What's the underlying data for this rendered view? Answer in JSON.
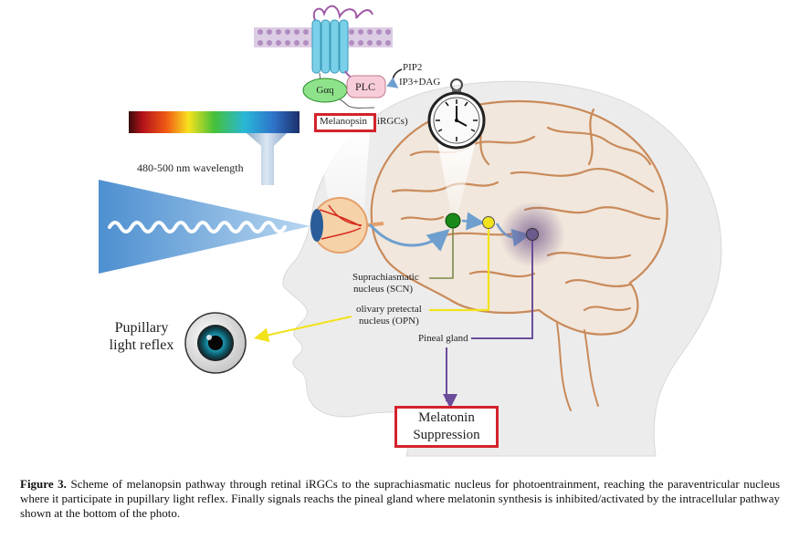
{
  "figure": {
    "protein": {
      "gaq": "Gαq",
      "plc": "PLC",
      "pip2": "PIP2",
      "ip3dag": "IP3+DAG"
    },
    "melanopsin_box": {
      "name": "Melanopsin",
      "suffix": "iRGCs)"
    },
    "wavelength_label": "480-500 nm wavelength",
    "scn_label": [
      "Suprachiasmatic",
      "nucleus (SCN)"
    ],
    "opn_label": [
      "olivary pretectal",
      "nucleus (OPN)"
    ],
    "pineal_label": "Pineal gland",
    "pupillary_label": [
      "Pupillary",
      "light reflex"
    ],
    "melatonin_label": [
      "Melatonin",
      "Suppression"
    ]
  },
  "caption": {
    "figure_number": "Figure 3.",
    "text": "Scheme of melanopsin pathway through retinal iRGCs to the suprachiasmatic nucleus for photoentrainment, reaching the paraventricular nucleus where it participate in pupillary light reflex. Finally signals reachs the pineal gland where melatonin synthesis is inhibited/activated by the intracellular pathway shown at the bottom of the photo."
  },
  "colors": {
    "highlight_box": "#d3232b",
    "scn_node": "#1a8a1a",
    "opn_node": "#f2e21a",
    "pineal_node": "#6b5a8c",
    "pathway_blue": "#6f9fcf",
    "brain_outline": "#c98a5a",
    "skin": "#ececec"
  },
  "icons": [
    "clock-icon",
    "eye-icon",
    "spectrum-bar",
    "light-wave-icon",
    "gpcr-receptor-icon"
  ]
}
